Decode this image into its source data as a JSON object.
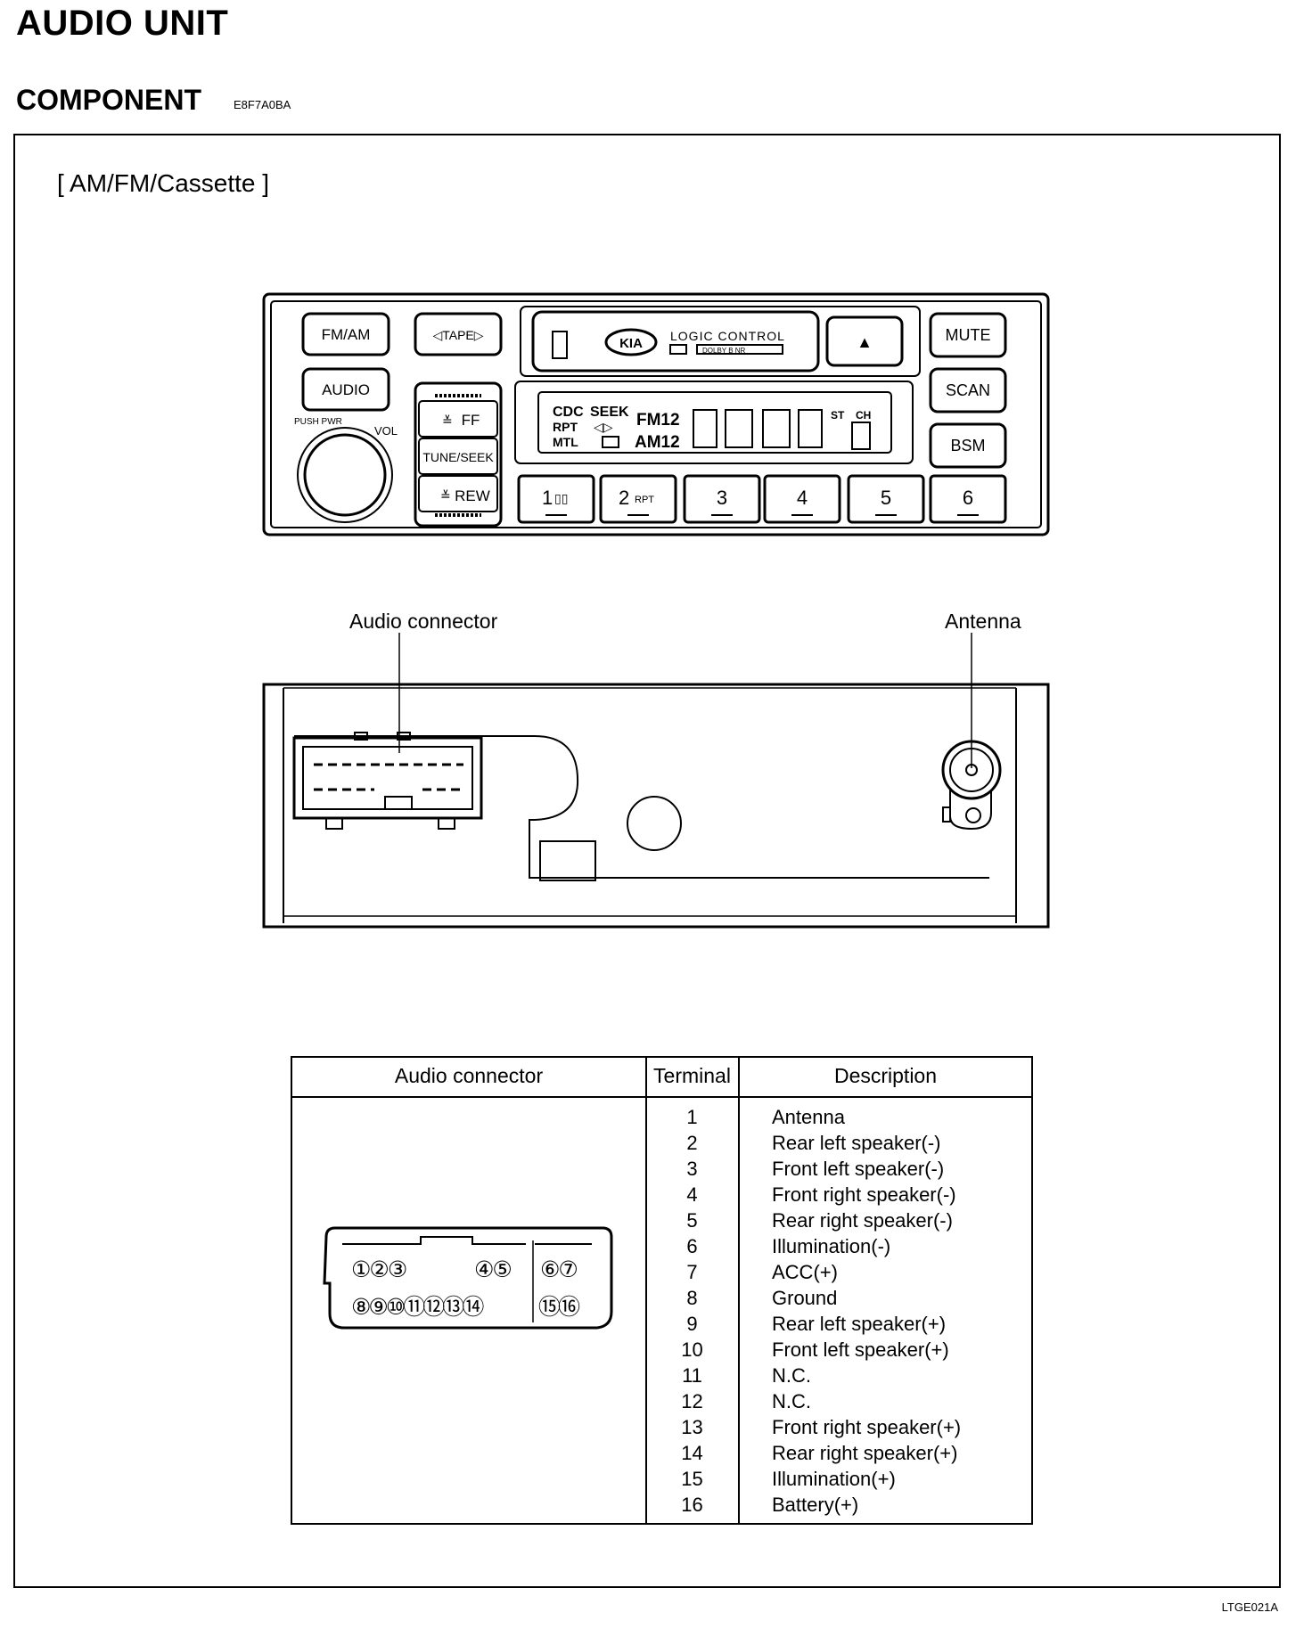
{
  "header": {
    "title": "AUDIO UNIT",
    "section": "COMPONENT",
    "section_code": "E8F7A0BA",
    "variant": "[ AM/FM/Cassette ]"
  },
  "front_panel": {
    "buttons": {
      "fm_am": "FM/AM",
      "tape": "◁TAPE▷",
      "audio": "AUDIO",
      "push_pwr": "PUSH PWR",
      "vol": "VOL",
      "ff": "FF",
      "tune_seek": "TUNE/SEEK",
      "rew": "REW",
      "eject": "▲",
      "mute": "MUTE",
      "scan": "SCAN",
      "bsm": "BSM"
    },
    "logo": "KIA",
    "logic_control": "LOGIC CONTROL",
    "dolby": "DOLBY B NR",
    "lcd": {
      "cdc": "CDC",
      "seek": "SEEK",
      "rpt": "RPT",
      "mtl": "MTL",
      "fm12": "FM12",
      "am12": "AM12",
      "st": "ST",
      "ch": "CH"
    },
    "presets": [
      "1",
      "2",
      "3",
      "4",
      "5",
      "6"
    ],
    "preset_subs": {
      "p1": "▯▯",
      "p2": "RPT"
    }
  },
  "rear_view": {
    "audio_connector_label": "Audio connector",
    "antenna_label": "Antenna"
  },
  "table": {
    "headers": {
      "connector": "Audio connector",
      "terminal": "Terminal",
      "description": "Description"
    },
    "connector_pins_top": [
      "①",
      "②",
      "③",
      "④",
      "⑤",
      "⑥",
      "⑦"
    ],
    "connector_pins_bottom": [
      "⑧",
      "⑨",
      "⑩",
      "⑪",
      "⑫",
      "⑬",
      "⑭",
      "⑮",
      "⑯"
    ],
    "rows": [
      {
        "terminal": "1",
        "description": "Antenna"
      },
      {
        "terminal": "2",
        "description": "Rear left speaker(-)"
      },
      {
        "terminal": "3",
        "description": "Front left speaker(-)"
      },
      {
        "terminal": "4",
        "description": "Front right speaker(-)"
      },
      {
        "terminal": "5",
        "description": "Rear right speaker(-)"
      },
      {
        "terminal": "6",
        "description": "Illumination(-)"
      },
      {
        "terminal": "7",
        "description": "ACC(+)"
      },
      {
        "terminal": "8",
        "description": "Ground"
      },
      {
        "terminal": "9",
        "description": "Rear left speaker(+)"
      },
      {
        "terminal": "10",
        "description": "Front left speaker(+)"
      },
      {
        "terminal": "11",
        "description": "N.C."
      },
      {
        "terminal": "12",
        "description": "N.C."
      },
      {
        "terminal": "13",
        "description": "Front right speaker(+)"
      },
      {
        "terminal": "14",
        "description": "Rear right speaker(+)"
      },
      {
        "terminal": "15",
        "description": "Illumination(+)"
      },
      {
        "terminal": "16",
        "description": "Battery(+)"
      }
    ]
  },
  "footer_code": "LTGE021A"
}
